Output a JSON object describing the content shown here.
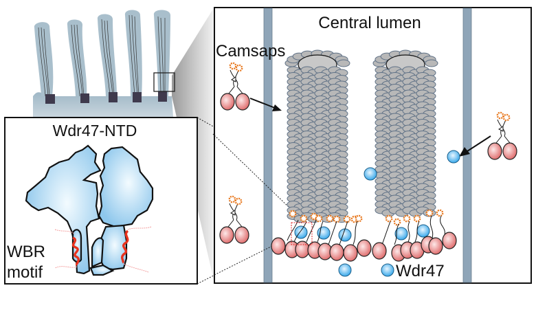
{
  "figure": {
    "left_panel": {
      "inset_title": "Wdr47-NTD",
      "motif_label_line1": "WBR",
      "motif_label_line2": "motif"
    },
    "right_panel": {
      "title": "Central lumen",
      "camsaps_label": "Camsaps",
      "wdr47_label": "Wdr47"
    },
    "colors": {
      "cilia": "#a9bfcc",
      "basal_body": "#3f3a4d",
      "membrane": "#8fa5b8",
      "microtubule": "#b4b4b4",
      "camsap_ball": "#e68585",
      "gear": "#e8781e",
      "wdr47": "#5bb8ee",
      "helix": "#e8321e",
      "domain_fill": "#a7d4f0"
    }
  }
}
